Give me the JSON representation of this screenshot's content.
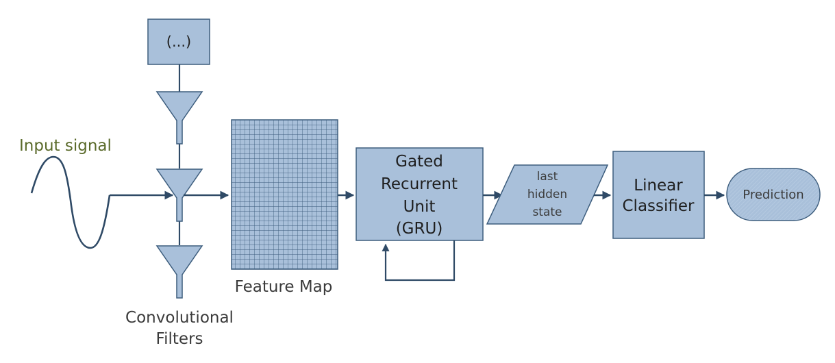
{
  "diagram": {
    "input_label": "Input signal",
    "ellipsis_box": "(...)",
    "filters_label_line1": "Convolutional",
    "filters_label_line2": "Filters",
    "feature_map_label": "Feature Map",
    "gru_line1": "Gated",
    "gru_line2": "Recurrent",
    "gru_line3": "Unit",
    "gru_line4": "(GRU)",
    "hidden_line1": "last",
    "hidden_line2": "hidden",
    "hidden_line3": "state",
    "classifier_line1": "Linear",
    "classifier_line2": "Classifier",
    "prediction_label": "Prediction"
  },
  "colors": {
    "node_fill": "#a9c0da",
    "node_stroke": "#3d5d7d",
    "wire": "#2f4a66",
    "input_label": "#5a6a2a"
  }
}
